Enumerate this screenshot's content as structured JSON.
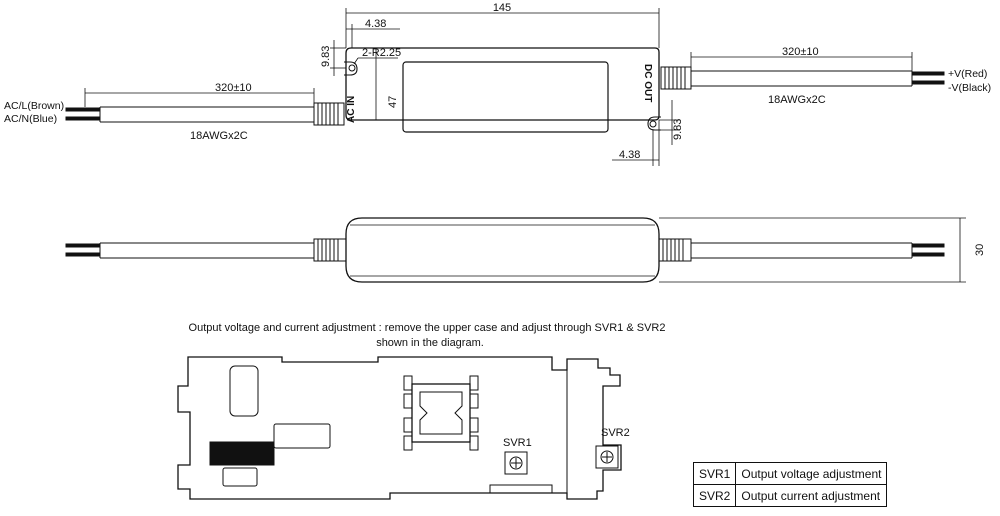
{
  "drawing": {
    "top_view": {
      "overall_length": "145",
      "hole_offset_top": "4.38",
      "hole_offset_bottom": "4.38",
      "hole_height_left": "9.83",
      "hole_height_right": "9.83",
      "hole_radius": "2-R2.25",
      "width": "47",
      "input_port_label": "AC IN",
      "output_port_label": "DC OUT",
      "input_cable_length": "320±10",
      "output_cable_length": "320±10",
      "input_cable_spec": "18AWGx2C",
      "output_cable_spec": "18AWGx2C",
      "input_wire_live": "AC/L(Brown)",
      "input_wire_neutral": "AC/N(Blue)",
      "output_wire_pos": "+V(Red)",
      "output_wire_neg": "-V(Black)"
    },
    "side_view": {
      "height": "30"
    },
    "pcb": {
      "caption_line1": "Output voltage and current adjustment : remove the upper case and adjust through SVR1 & SVR2",
      "caption_line2": "shown in the diagram.",
      "svr1_label": "SVR1",
      "svr2_label": "SVR2"
    },
    "svr_table": [
      {
        "name": "SVR1",
        "function": "Output voltage adjustment"
      },
      {
        "name": "SVR2",
        "function": "Output current adjustment"
      }
    ]
  }
}
